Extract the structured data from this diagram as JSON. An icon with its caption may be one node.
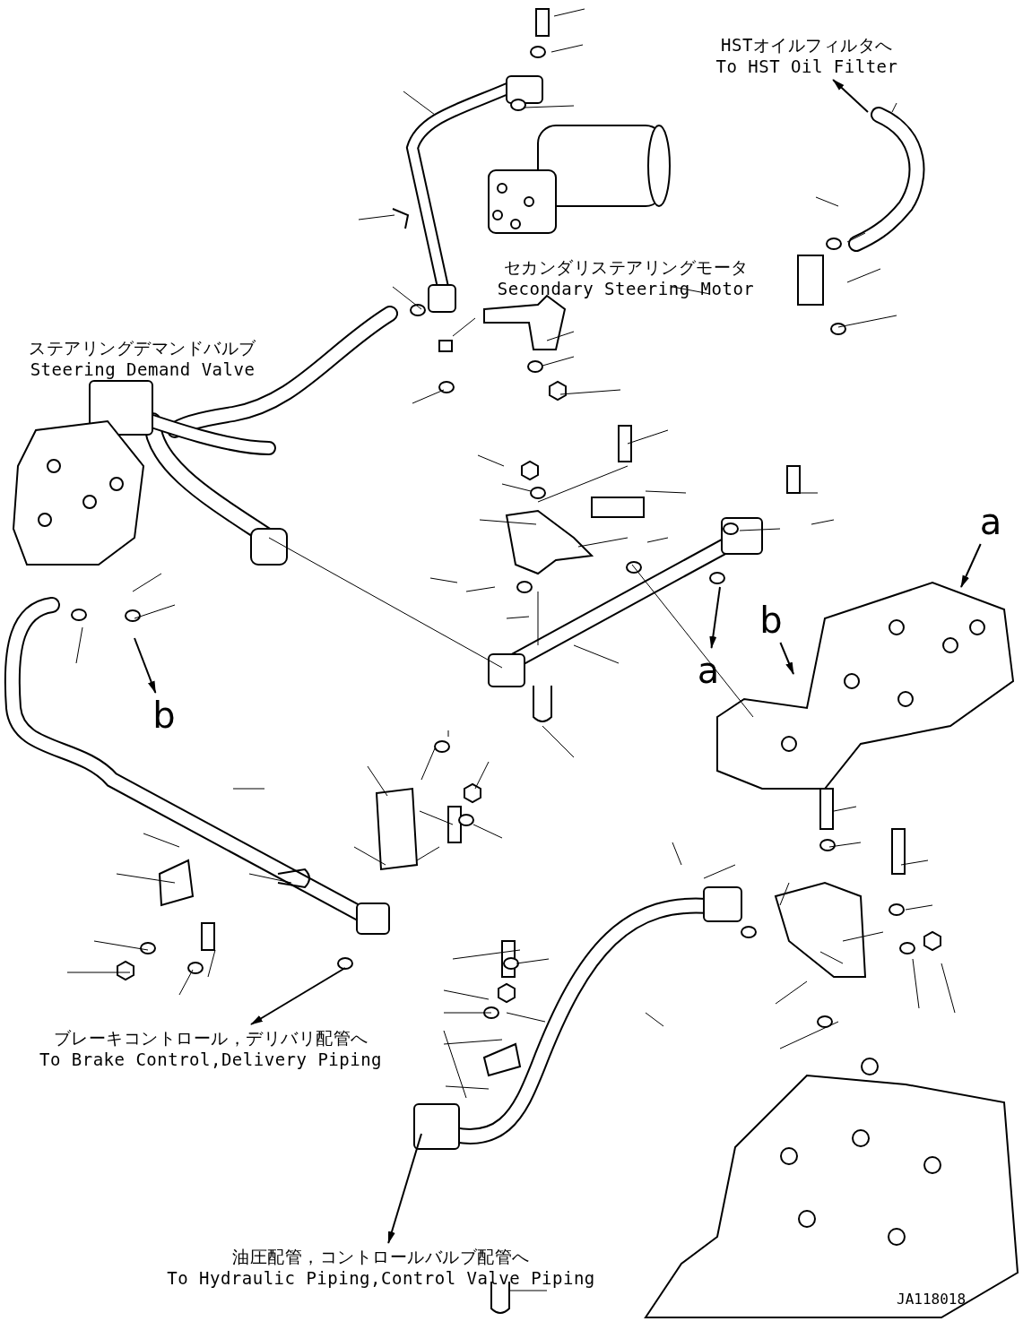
{
  "diagram": {
    "nodes": [
      {
        "text": [
          "HSTオイルフィルタへ",
          "To HST Oil Filter"
        ]
      },
      {
        "text": [
          "セカンダリステアリングモータ",
          "Secondary Steering Motor"
        ]
      },
      {
        "text": [
          "ステアリングデマンドバルブ",
          "Steering Demand Valve"
        ]
      },
      {
        "text": [
          "ブレーキコントロール，デリバリ配管へ",
          "To Brake Control,Delivery Piping"
        ]
      },
      {
        "text": [
          "油圧配管，コントロールバルブ配管へ",
          "To Hydraulic Piping,Control Valve Piping"
        ]
      },
      {
        "text": [
          "a"
        ]
      },
      {
        "text": [
          "a"
        ]
      },
      {
        "text": [
          "b"
        ]
      },
      {
        "text": [
          "b"
        ]
      }
    ],
    "edges": [
      {
        "from": null,
        "to": 0,
        "arrow": "to"
      },
      {
        "from": null,
        "to": 3,
        "arrow": "to"
      },
      {
        "from": null,
        "to": 4,
        "arrow": "to"
      },
      {
        "from": 5,
        "to": null,
        "arrow": "to"
      },
      {
        "from": null,
        "to": 6,
        "arrow": "to"
      },
      {
        "from": 7,
        "to": null,
        "arrow": "to"
      },
      {
        "from": null,
        "to": 8,
        "arrow": "to"
      }
    ],
    "labels": [
      "JA118018"
    ]
  }
}
